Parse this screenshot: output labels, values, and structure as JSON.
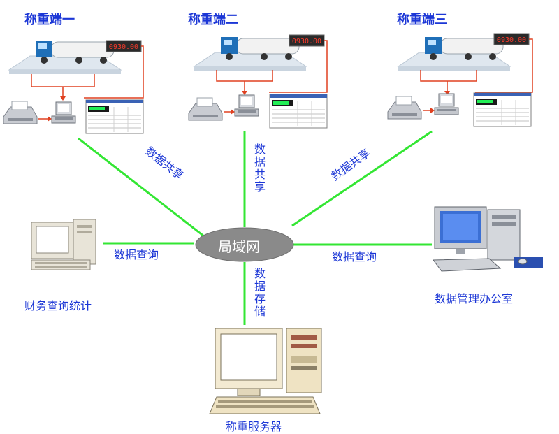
{
  "stations": [
    {
      "title": "称重端一",
      "display": "0930.00"
    },
    {
      "title": "称重端二",
      "display": "0930.00"
    },
    {
      "title": "称重端三",
      "display": "0930.00"
    }
  ],
  "hub": {
    "label": "局域网"
  },
  "links": {
    "share_1": "数据共享",
    "share_2": "数据共享",
    "share_3": "数据共享",
    "query_left": "数据查询",
    "query_right": "数据查询",
    "storage": "数据存储"
  },
  "endpoints": {
    "finance": "财务查询统计",
    "management": "数据管理办公室",
    "server": "称重服务器"
  },
  "colors": {
    "link_line": "#33e633",
    "text_blue": "#1b36d6",
    "signal_wire": "#e04020",
    "hub_fill": "#8a8a8a",
    "scale_platform": "#dfe7ef"
  }
}
